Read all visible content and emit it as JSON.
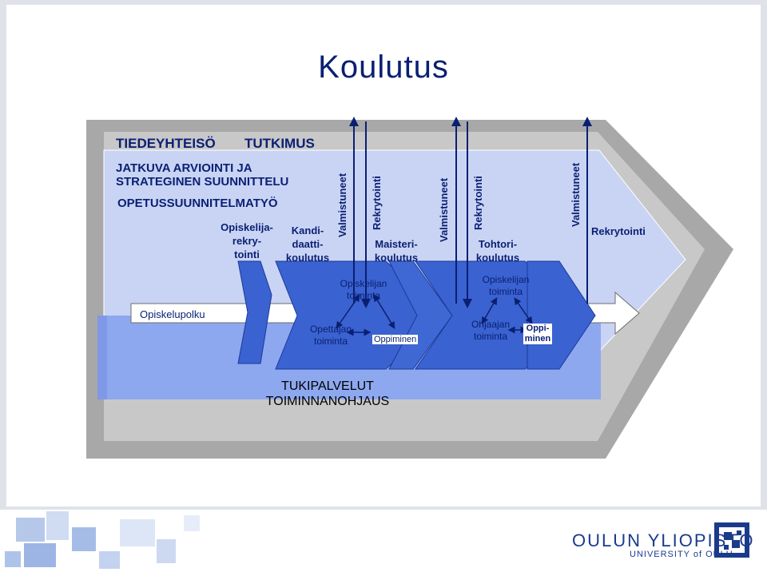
{
  "title": "Koulutus",
  "top_labels": {
    "tiedeyhteiso": "TIEDEYHTEISÖ",
    "tutkimus": "TUTKIMUS",
    "jatkuva_line1": "JATKUVA ARVIOINTI JA",
    "jatkuva_line2": "STRATEGINEN SUUNNITTELU",
    "opetussuunnitelmatyo": "OPETUSSUUNNITELMATYÖ"
  },
  "stages": {
    "rekrytointi1": [
      "Opiskelija-",
      "rekry-",
      "tointi"
    ],
    "kandidaatti": [
      "Kandi-",
      "daatti-",
      "koulutus"
    ],
    "maisteri": [
      "Maisteri-",
      "koulutus"
    ],
    "tohtori": [
      "Tohtori-",
      "koulutus"
    ]
  },
  "vertical_labels": {
    "valmistuneet1": "Valmistuneet",
    "rekrytointi1": "Rekrytointi",
    "valmistuneet2": "Valmistuneet",
    "rekrytointi2": "Rekrytointi",
    "valmistuneet3": "Valmistuneet"
  },
  "rekrytointi_right": "Rekrytointi",
  "opiskelupolku": "Opiskelupolku",
  "activities": {
    "opiskelijan1": [
      "Opiskelijan",
      "toiminta"
    ],
    "opettajan": [
      "Opettajan",
      "toiminta"
    ],
    "oppiminen1": "Oppiminen",
    "opiskelijan2": [
      "Opiskelijan",
      "toiminta"
    ],
    "ohjaajan": [
      "Ohjaajan",
      "toiminta"
    ],
    "oppiminen2": [
      "Oppi-",
      "minen"
    ]
  },
  "bottom": {
    "line1": "TUKIPALVELUT",
    "line2": "TOIMINNANOHJAUS"
  },
  "logo": {
    "name": "OULUN YLIOPISTO",
    "sub": "UNIVERSITY of OULU"
  },
  "colors": {
    "dark_blue": "#3a5fcd",
    "mid_blue": "#8ea9f0",
    "light_blue": "#c6d2f3",
    "gray_outer": "#a9a9a9",
    "gray_inner": "#c4c4c4",
    "text": "#0a1f73"
  }
}
